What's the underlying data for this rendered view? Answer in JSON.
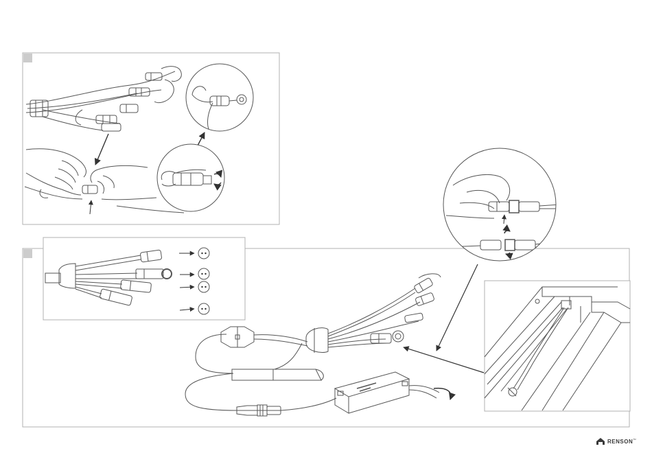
{
  "brand": {
    "logo_text": "RENSON",
    "logo_mark": "TM",
    "logo_color": "#3a3a3a"
  },
  "colors": {
    "line": "#555555",
    "step_box": "#cccccc",
    "panel_border": "#b0b0b0"
  },
  "icons": {
    "rotate": "rotate-arrows-icon",
    "step_marker": "step-number-box",
    "socket": "two-pin-socket-icon"
  },
  "step1": {
    "number": ""
  },
  "step2": {
    "number": ""
  },
  "connector_legend": {
    "rows": [
      "",
      "",
      "",
      ""
    ]
  }
}
